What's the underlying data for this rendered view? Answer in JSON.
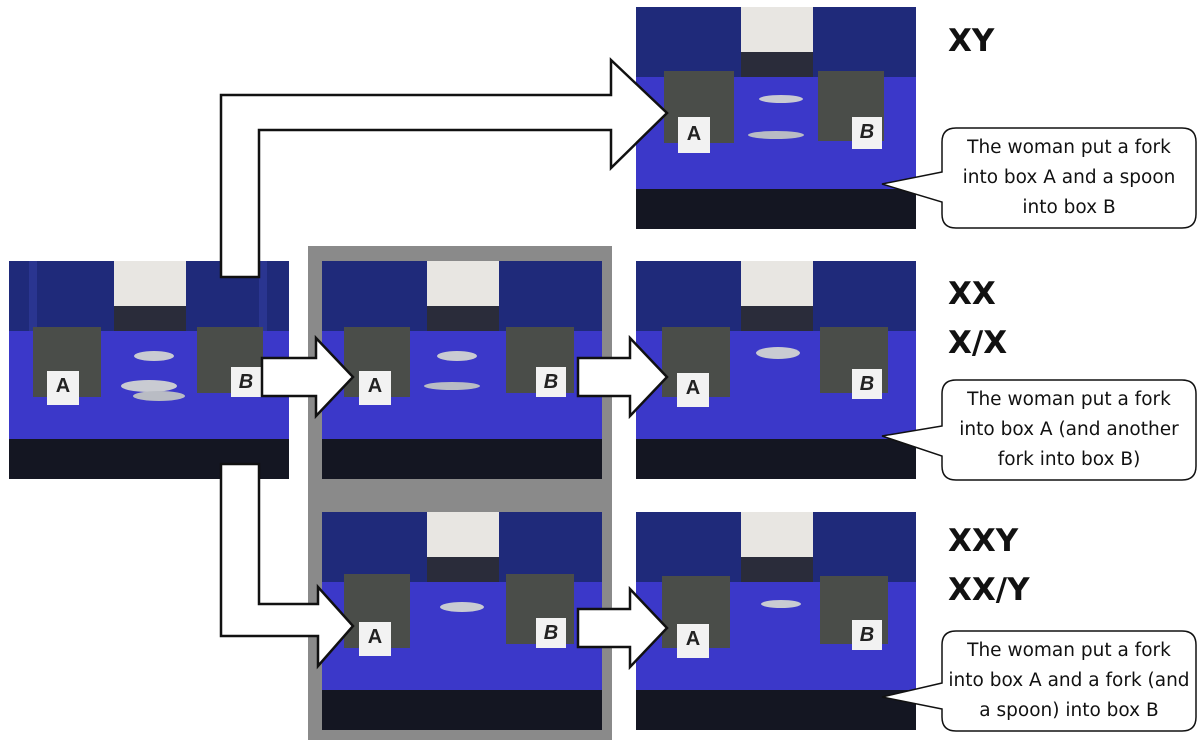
{
  "labels": {
    "box_a": "A",
    "box_b": "B"
  },
  "conditions": [
    {
      "lines": [
        "XY"
      ],
      "caption": "The woman put a fork into box A and a spoon into box B"
    },
    {
      "lines": [
        "XX",
        "X/X"
      ],
      "caption": "The woman put a fork into box A (and another fork into box B)"
    },
    {
      "lines": [
        "XXY",
        "XX/Y"
      ],
      "caption": "The woman put a fork into box A and a fork (and a spoon) into box B"
    }
  ],
  "colors": {
    "table": "#3b38c9",
    "backdrop": "#1f2a7a",
    "panel": "#8a8a8a",
    "foam": "#4a4d49"
  }
}
